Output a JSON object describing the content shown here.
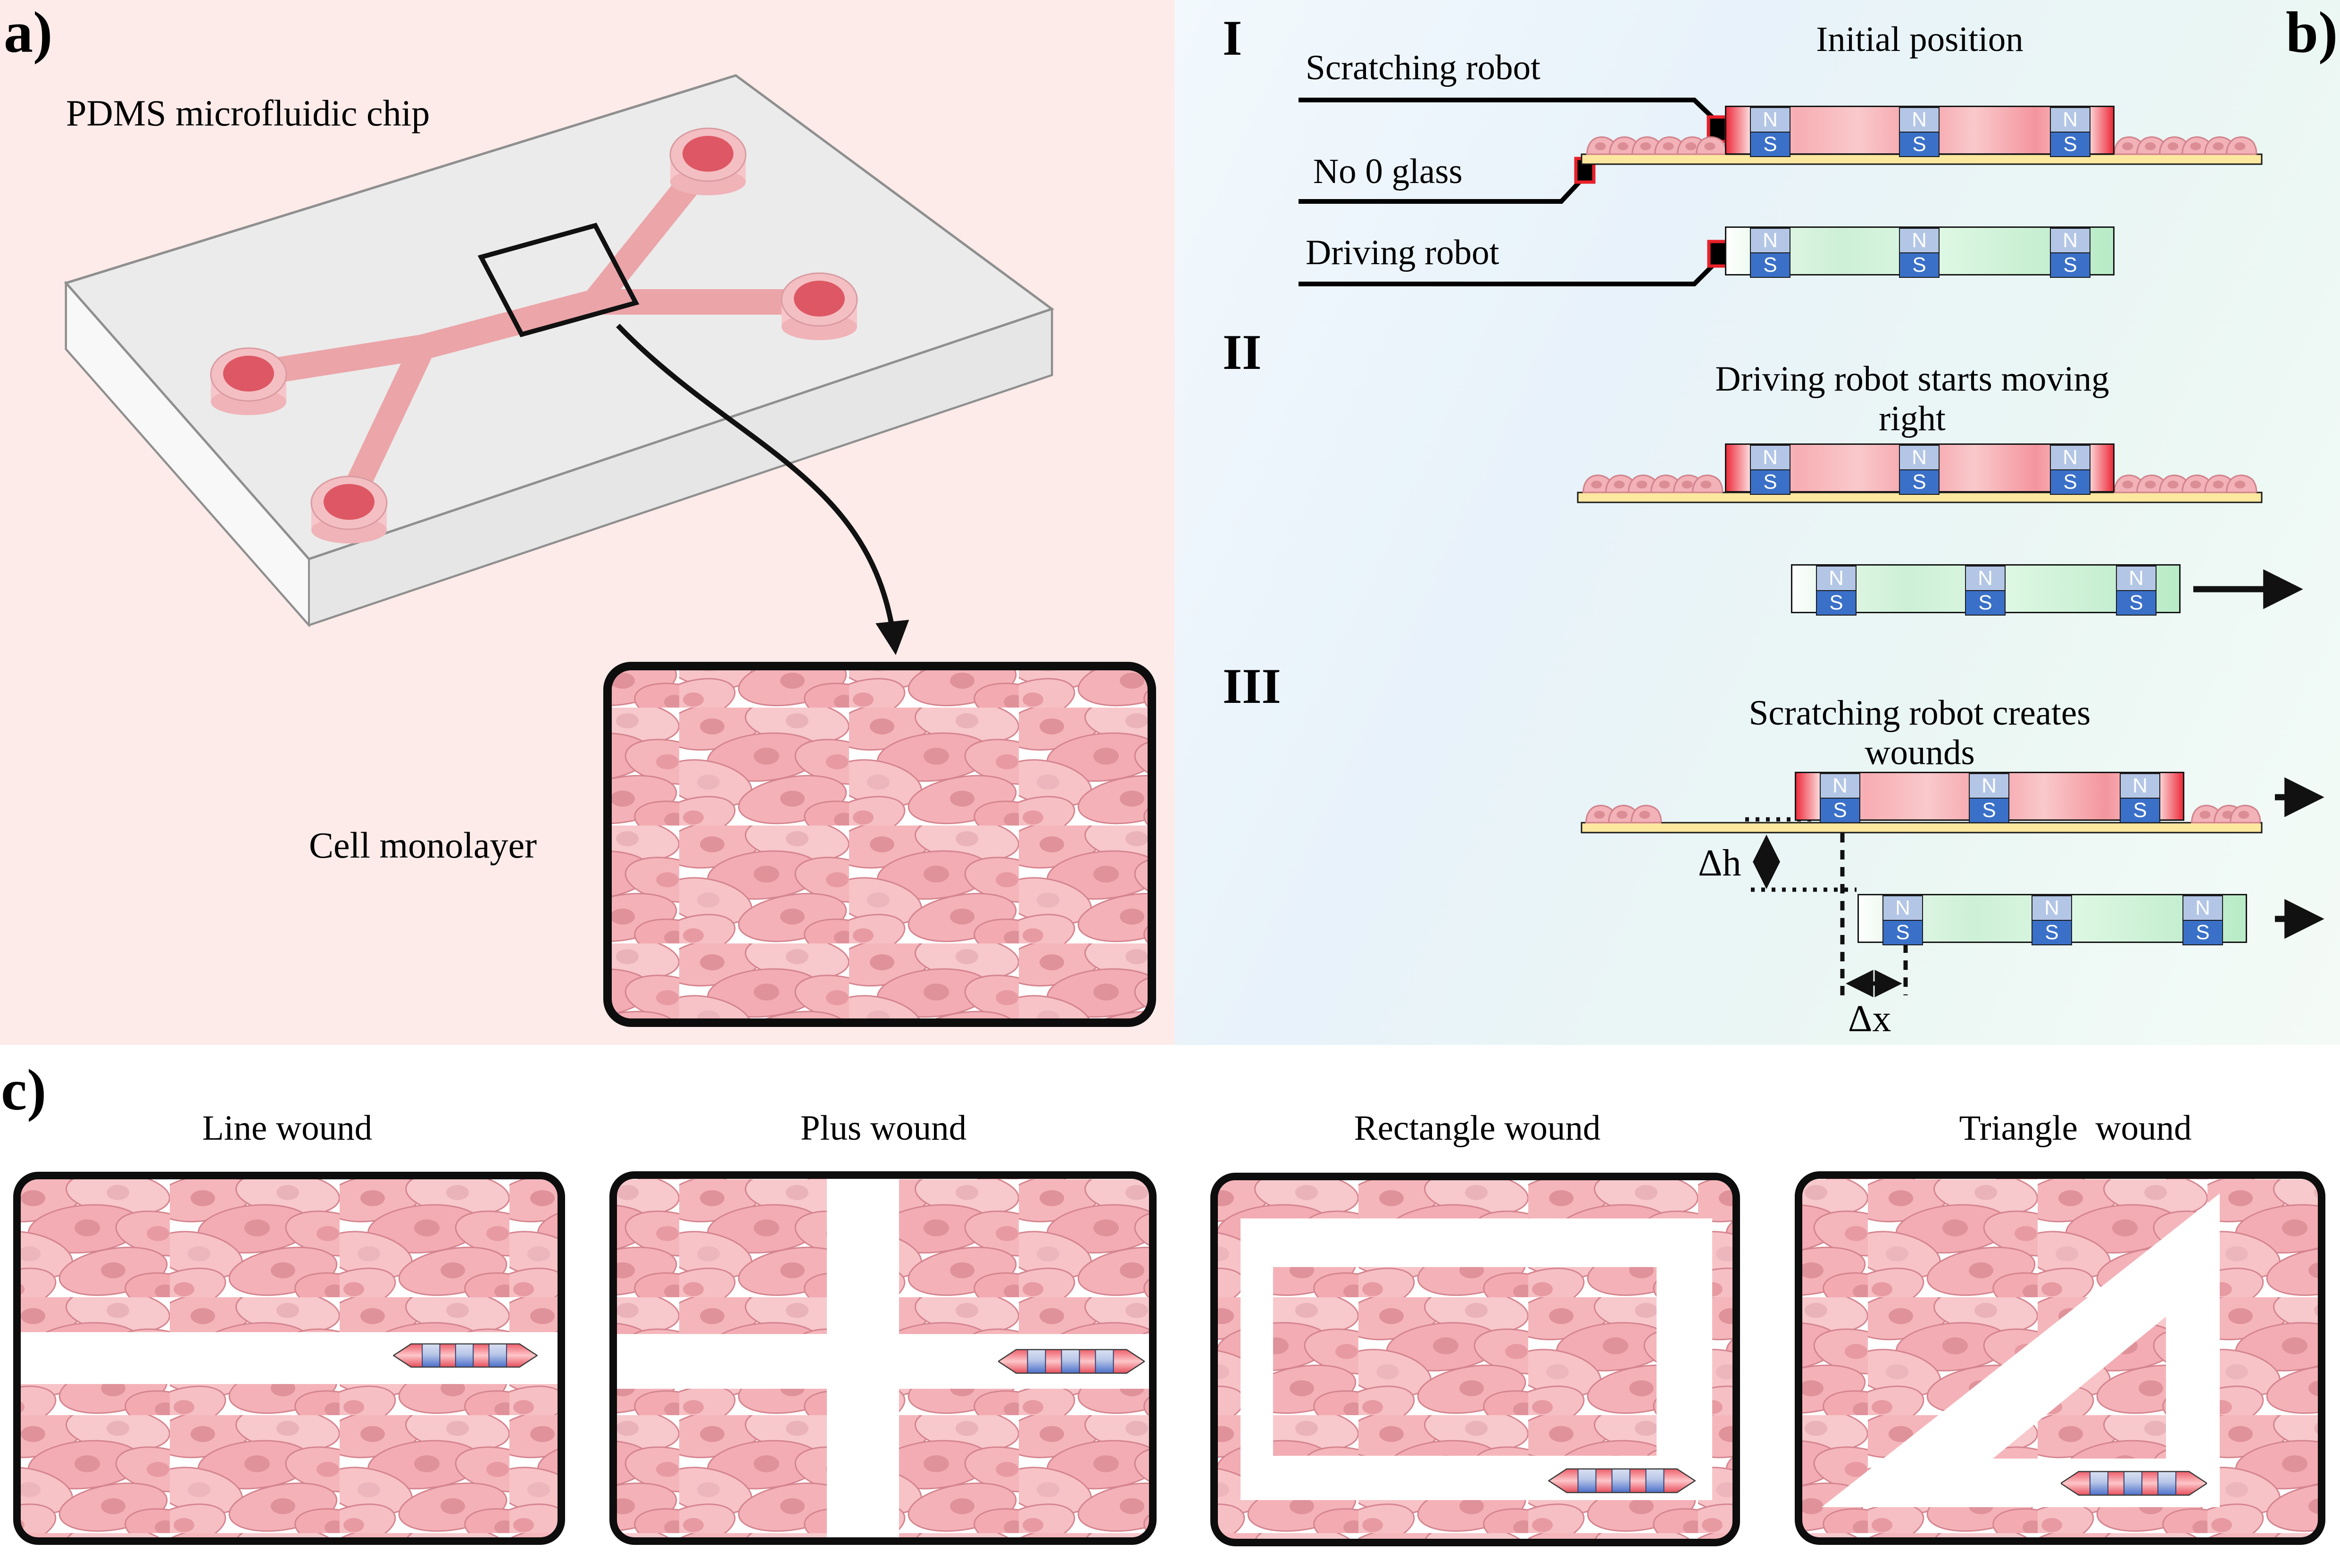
{
  "figure": {
    "panel_a": {
      "label": "a)",
      "chip_label": "PDMS microfluidic chip",
      "monolayer_label": "Cell monolayer"
    },
    "panel_b": {
      "label": "b)",
      "magnet": {
        "north": "N",
        "south": "S"
      },
      "callouts": {
        "scratching": "Scratching robot",
        "glass": "No 0 glass",
        "driving": "Driving robot"
      },
      "steps": [
        {
          "numeral": "I",
          "title": "Initial position"
        },
        {
          "numeral": "II",
          "title": "Driving robot starts moving right"
        },
        {
          "numeral": "III",
          "title": "Scratching robot creates wounds"
        }
      ],
      "dimensions": {
        "height_offset": "Δh",
        "x_offset": "Δx"
      }
    },
    "panel_c": {
      "label": "c)",
      "wound_titles": [
        "Line wound",
        "Plus wound",
        "Rectangle wound",
        "Triangle  wound"
      ]
    },
    "colors": {
      "panel_a_bg": "#fcebe9",
      "panel_b_bg": "#ecf4fa",
      "glass": "#fde8a0",
      "magnet_north": "#b3c6e6",
      "magnet_south": "#3a70c8",
      "marker_outline": "#e8202a",
      "robot_red": "#ee2e3e",
      "robot_green": "#cdeed6",
      "cell_fill": "#f5b6bb",
      "cell_nucleus": "#e0929a"
    }
  }
}
